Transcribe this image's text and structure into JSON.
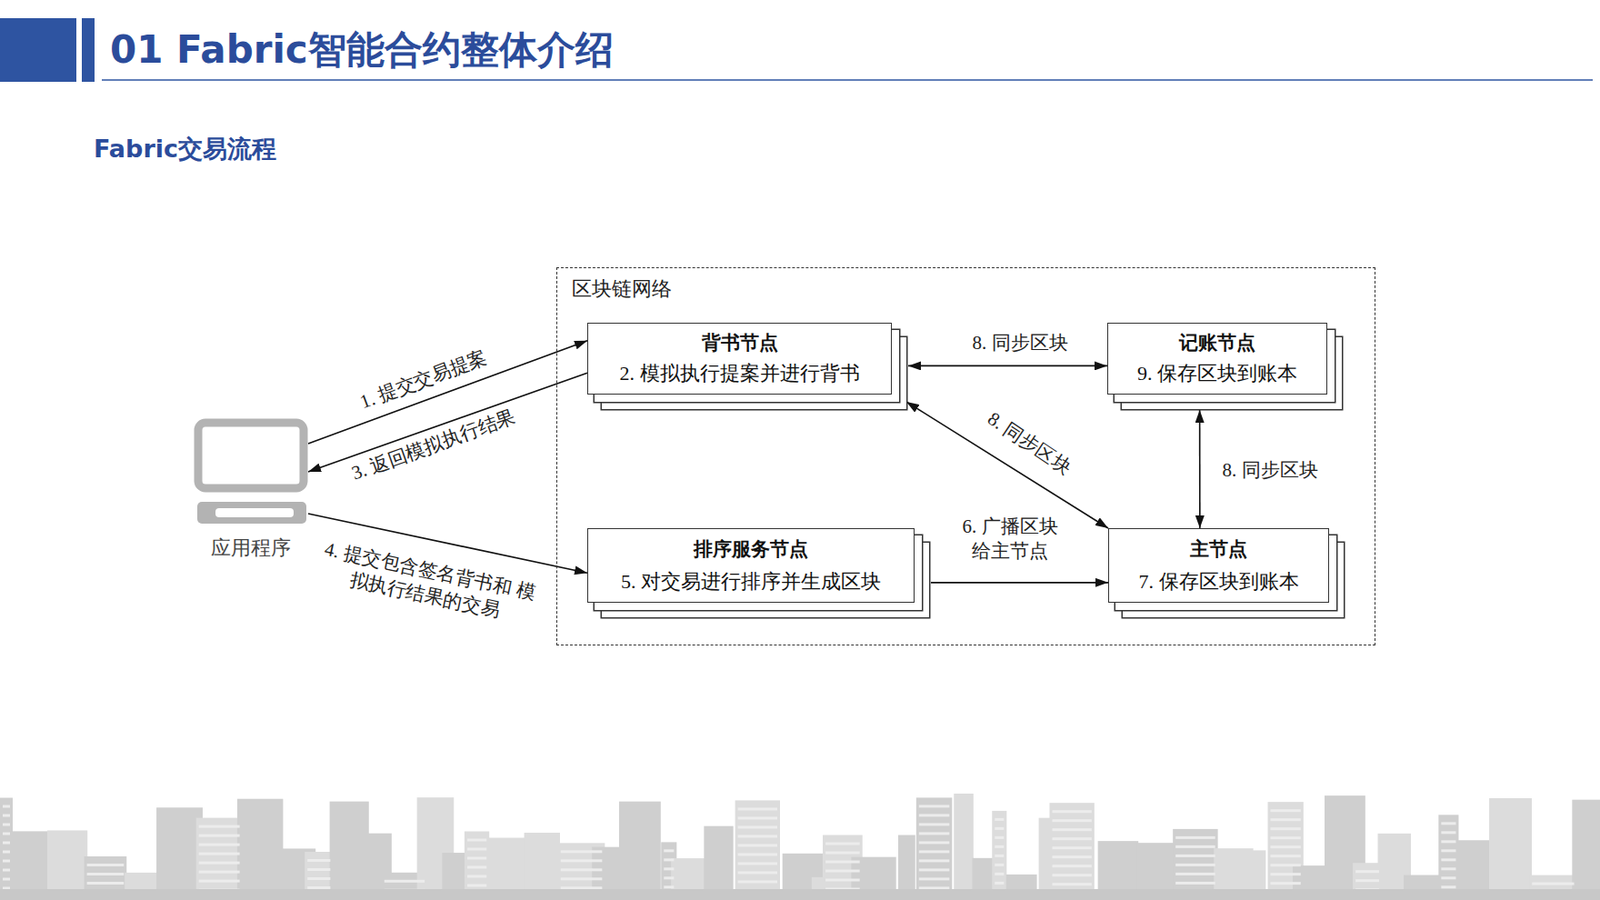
{
  "diagram": {
    "title": "01 Fabric智能合约整体介绍",
    "nodes": [
      {
        "text": [
          "应用程序"
        ]
      },
      {
        "text": [
          "区块链网络"
        ]
      },
      {
        "text": [
          "背书节点",
          "2. 模拟执行提案并进行背书"
        ],
        "in": 1
      },
      {
        "text": [
          "记账节点",
          "9. 保存区块到账本"
        ],
        "in": 1
      },
      {
        "text": [
          "排序服务节点",
          "5. 对交易进行排序并生成区块"
        ],
        "in": 1
      },
      {
        "text": [
          "主节点",
          "7. 保存区块到账本"
        ],
        "in": 1
      }
    ],
    "edges": [
      {
        "from": 0,
        "to": 2,
        "label": "1. 提交交易提案",
        "arrow": "to"
      },
      {
        "from": 2,
        "to": 0,
        "label": "3. 返回模拟执行结果",
        "arrow": "to"
      },
      {
        "from": 0,
        "to": 4,
        "label": "4. 提交包含签名背书和 模拟执行结果的交易",
        "arrow": "to"
      },
      {
        "from": 2,
        "to": 3,
        "label": "8. 同步区块",
        "arrow": "both"
      },
      {
        "from": 2,
        "to": 5,
        "label": "8. 同步区块",
        "arrow": "both"
      },
      {
        "from": 3,
        "to": 5,
        "label": "8. 同步区块",
        "arrow": "both"
      },
      {
        "from": 4,
        "to": 5,
        "label": "6. 广播区块 给主节点",
        "arrow": "to"
      }
    ],
    "labels": [
      "Fabric交易流程"
    ]
  }
}
